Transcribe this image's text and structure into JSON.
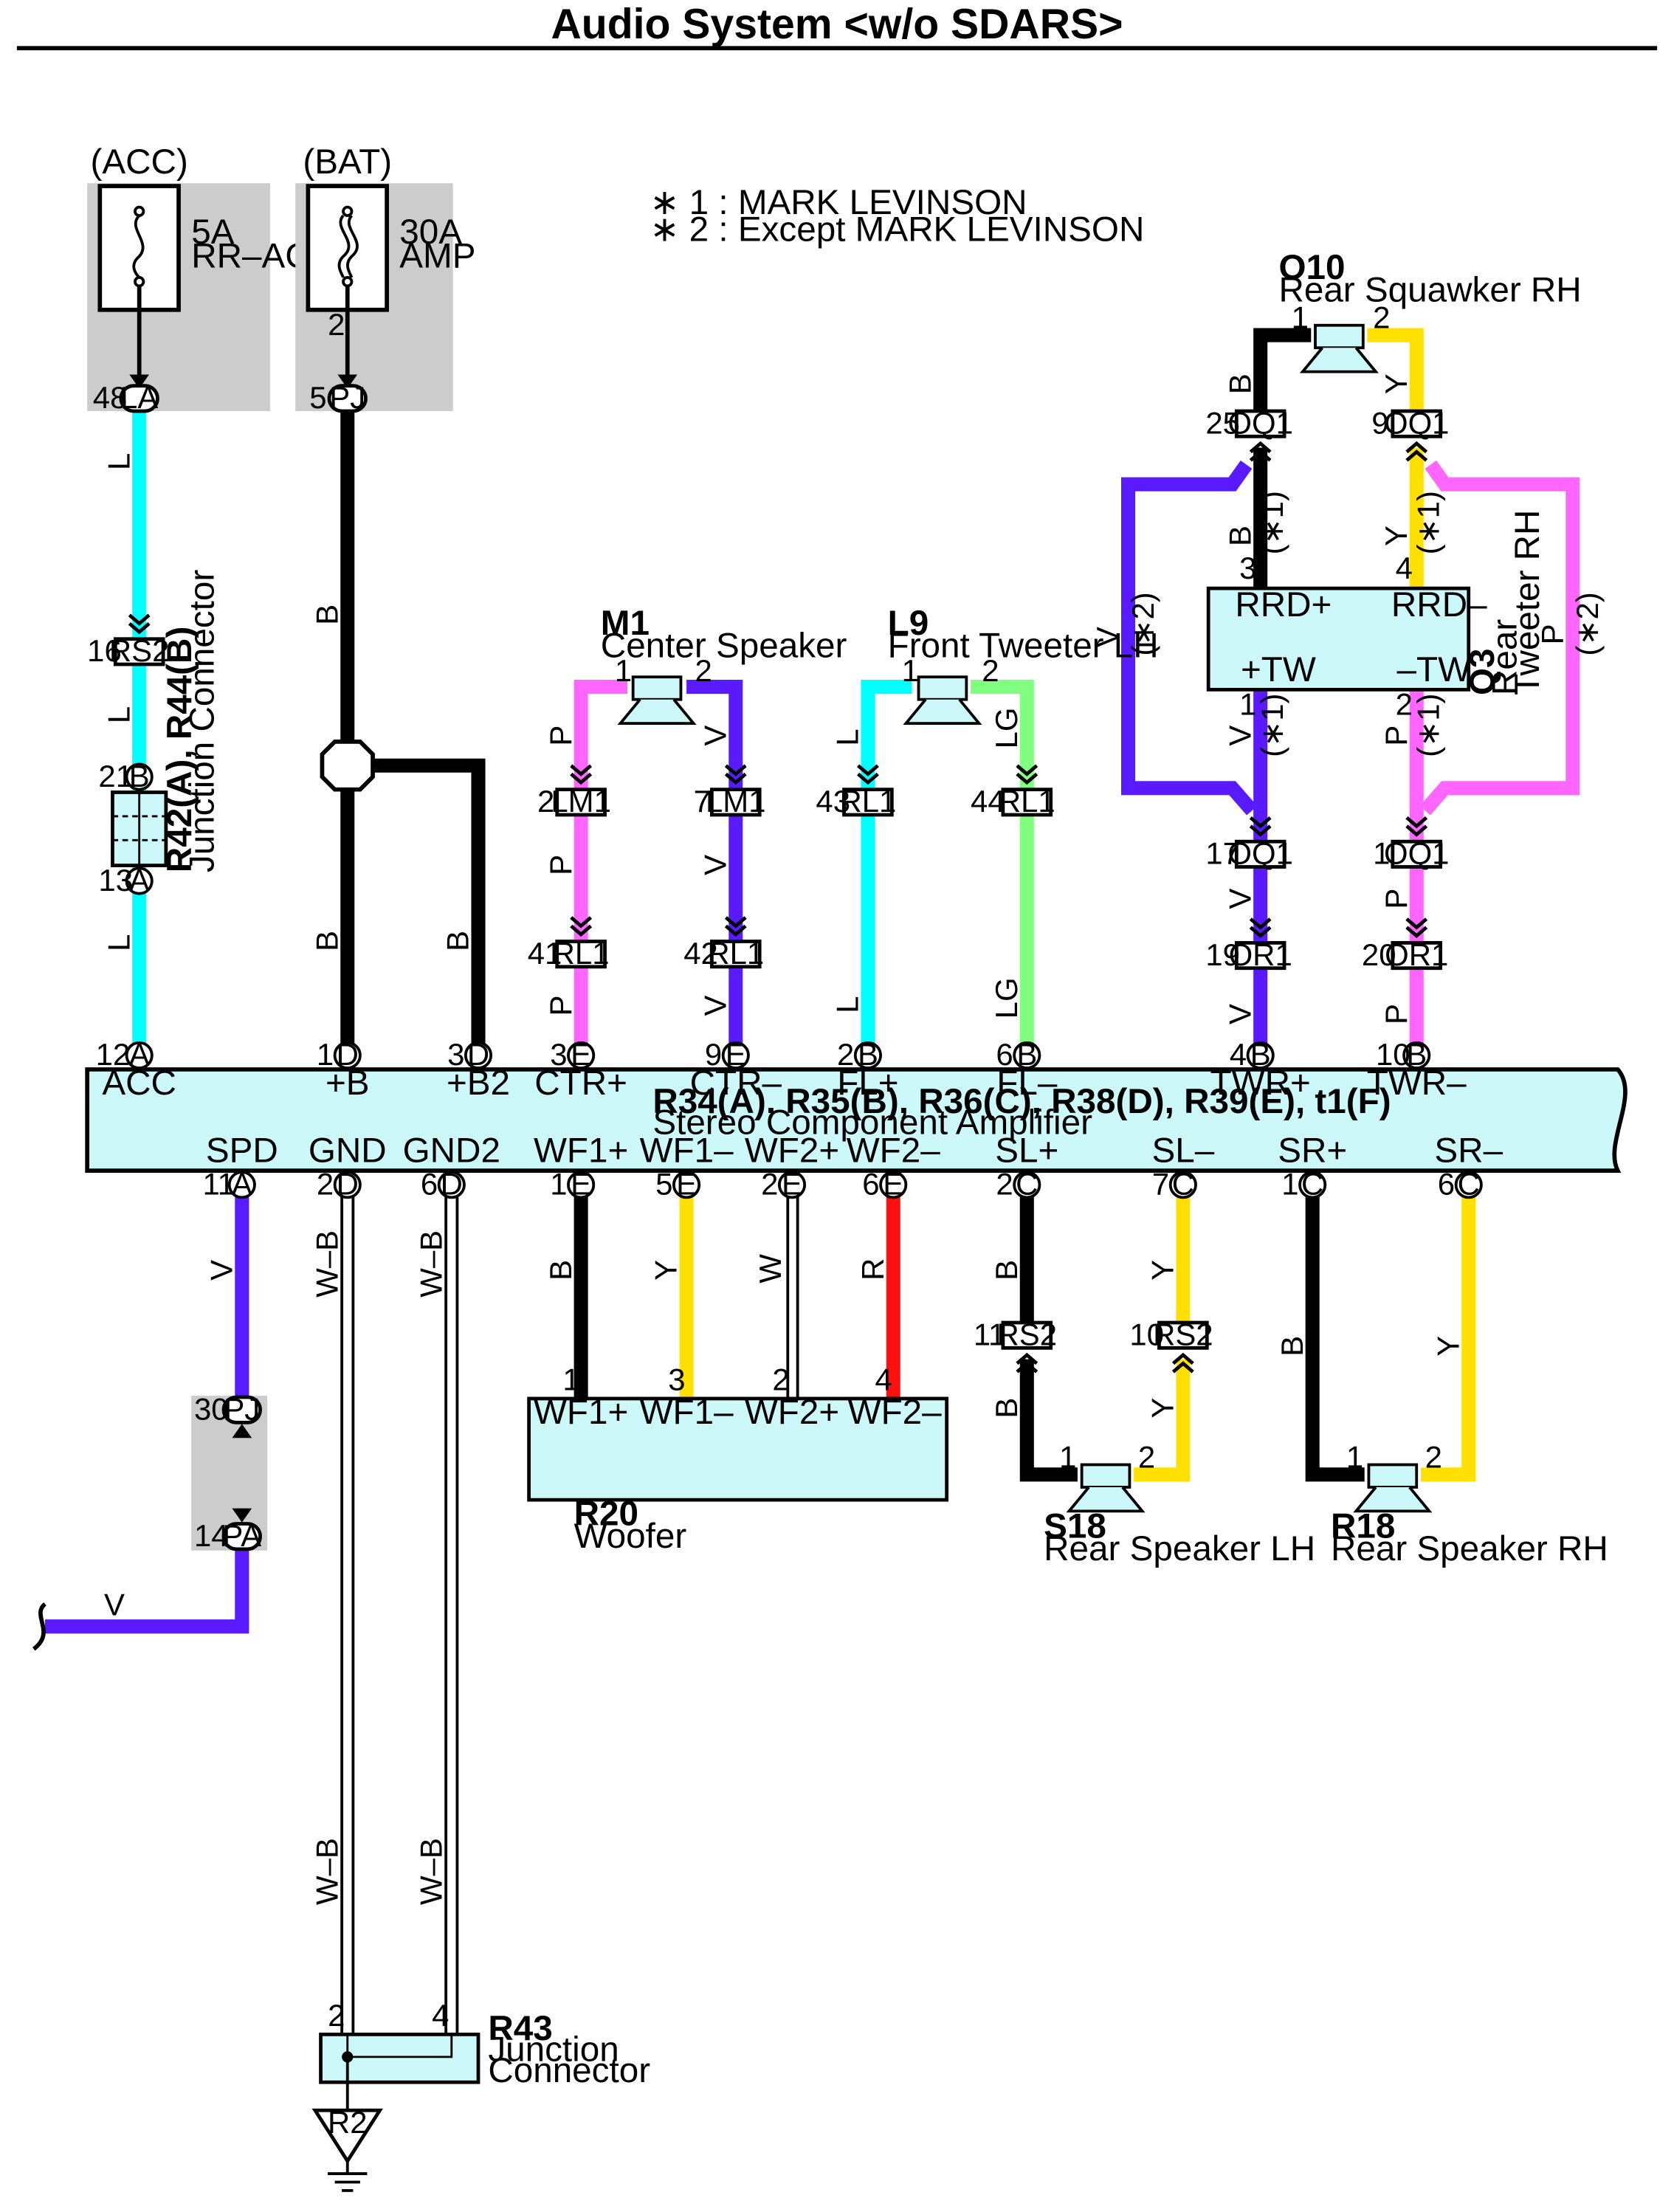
{
  "title": "Audio System <w/o SDARS>",
  "notes": [
    "∗ 1 : MARK LEVINSON",
    "∗ 2 : Except MARK LEVINSON"
  ],
  "colors": {
    "L": "#00ffff",
    "B": "#000000",
    "V": "#5a1aff",
    "P": "#ff66ff",
    "LG": "#80ff80",
    "Y": "#ffe000",
    "R": "#ff1010",
    "W": "#ffffff",
    "box": "#ccf8fa",
    "gray": "#cccccc"
  },
  "fuses": {
    "acc": {
      "label": "(ACC)",
      "rating": "5A",
      "name": "RR–ACC",
      "pin": "48",
      "conn": "LA"
    },
    "bat": {
      "label": "(BAT)",
      "rating": "30A",
      "name": "AMP",
      "pin_top": "2",
      "pin": "5",
      "conn": "PJ"
    }
  },
  "junction_r42": {
    "name": "R42(A), R44(B)",
    "desc": "Junction Connector",
    "pin_b": "21",
    "conn_b": "B",
    "pin_a": "13",
    "conn_a": "A"
  },
  "amplifier": {
    "name": "R34(A), R35(B), R36(C), R38(D), R39(E), t1(F)",
    "desc": "Stereo Component Amplifier",
    "top_terms": [
      {
        "pin": "12",
        "conn": "A",
        "label": "ACC"
      },
      {
        "pin": "1",
        "conn": "D",
        "label": "+B"
      },
      {
        "pin": "3",
        "conn": "D",
        "label": "+B2"
      },
      {
        "pin": "3",
        "conn": "E",
        "label": "CTR+"
      },
      {
        "pin": "9",
        "conn": "E",
        "label": "CTR–"
      },
      {
        "pin": "2",
        "conn": "B",
        "label": "FL+"
      },
      {
        "pin": "6",
        "conn": "B",
        "label": "FL–"
      },
      {
        "pin": "4",
        "conn": "B",
        "label": "TWR+"
      },
      {
        "pin": "10",
        "conn": "B",
        "label": "TWR–"
      }
    ],
    "bottom_terms": [
      {
        "pin": "11",
        "conn": "A",
        "label": "SPD"
      },
      {
        "pin": "2",
        "conn": "D",
        "label": "GND"
      },
      {
        "pin": "6",
        "conn": "D",
        "label": "GND2"
      },
      {
        "pin": "1",
        "conn": "E",
        "label": "WF1+"
      },
      {
        "pin": "5",
        "conn": "E",
        "label": "WF1–"
      },
      {
        "pin": "2",
        "conn": "E",
        "label": "WF2+"
      },
      {
        "pin": "6",
        "conn": "E",
        "label": "WF2–"
      },
      {
        "pin": "2",
        "conn": "C",
        "label": "SL+"
      },
      {
        "pin": "7",
        "conn": "C",
        "label": "SL–"
      },
      {
        "pin": "1",
        "conn": "C",
        "label": "SR+"
      },
      {
        "pin": "6",
        "conn": "C",
        "label": "SR–"
      }
    ]
  },
  "speakers": {
    "m1": {
      "code": "M1",
      "name": "Center Speaker",
      "p1": "1",
      "p2": "2"
    },
    "l9": {
      "code": "L9",
      "name": "Front Tweeter LH",
      "p1": "1",
      "p2": "2"
    },
    "o10": {
      "code": "O10",
      "name": "Rear Squawker RH",
      "p1": "1",
      "p2": "2"
    },
    "s18": {
      "code": "S18",
      "name": "Rear Speaker LH",
      "p1": "1",
      "p2": "2"
    },
    "r18": {
      "code": "R18",
      "name": "Rear Speaker RH",
      "p1": "1",
      "p2": "2"
    }
  },
  "q3": {
    "code": "Q3",
    "name_l1": "Rear",
    "name_l2": "Tweeter RH",
    "rrd_p": "RRD+",
    "rrd_m": "RRD–",
    "tw_p": "+TW",
    "tw_m": "–TW",
    "pin3": "3",
    "pin4": "4",
    "pin1": "1",
    "pin2": "2"
  },
  "woofer": {
    "code": "R20",
    "name": "Woofer",
    "terms": [
      {
        "pin": "1",
        "label": "WF1+"
      },
      {
        "pin": "3",
        "label": "WF1–"
      },
      {
        "pin": "2",
        "label": "WF2+"
      },
      {
        "pin": "4",
        "label": "WF2–"
      }
    ]
  },
  "junction_r43": {
    "code": "R43",
    "name_l1": "Junction",
    "name_l2": "Connector",
    "pin_left": "2",
    "pin_right": "4"
  },
  "ground": {
    "label": "R2"
  },
  "connectors": [
    {
      "pin": "16",
      "name": "RS2"
    },
    {
      "pin": "2",
      "name": "LM1"
    },
    {
      "pin": "7",
      "name": "LM1"
    },
    {
      "pin": "41",
      "name": "RL1"
    },
    {
      "pin": "42",
      "name": "RL1"
    },
    {
      "pin": "43",
      "name": "RL1"
    },
    {
      "pin": "44",
      "name": "RL1"
    },
    {
      "pin": "25",
      "name": "OQ1"
    },
    {
      "pin": "9",
      "name": "OQ1"
    },
    {
      "pin": "17",
      "name": "OQ1"
    },
    {
      "pin": "1",
      "name": "OQ1"
    },
    {
      "pin": "19",
      "name": "OR1"
    },
    {
      "pin": "20",
      "name": "OR1"
    },
    {
      "pin": "11",
      "name": "RS2"
    },
    {
      "pin": "10",
      "name": "RS2"
    },
    {
      "pin": "30",
      "name": "PJ"
    },
    {
      "pin": "14",
      "name": "PA"
    }
  ],
  "wire_codes": {
    "l": "L",
    "b": "B",
    "p": "P",
    "v": "V",
    "lg": "LG",
    "y": "Y",
    "r": "R",
    "w": "W",
    "wb": "W–B"
  },
  "options": {
    "o1": "(∗1)",
    "o2": "(∗2)"
  }
}
